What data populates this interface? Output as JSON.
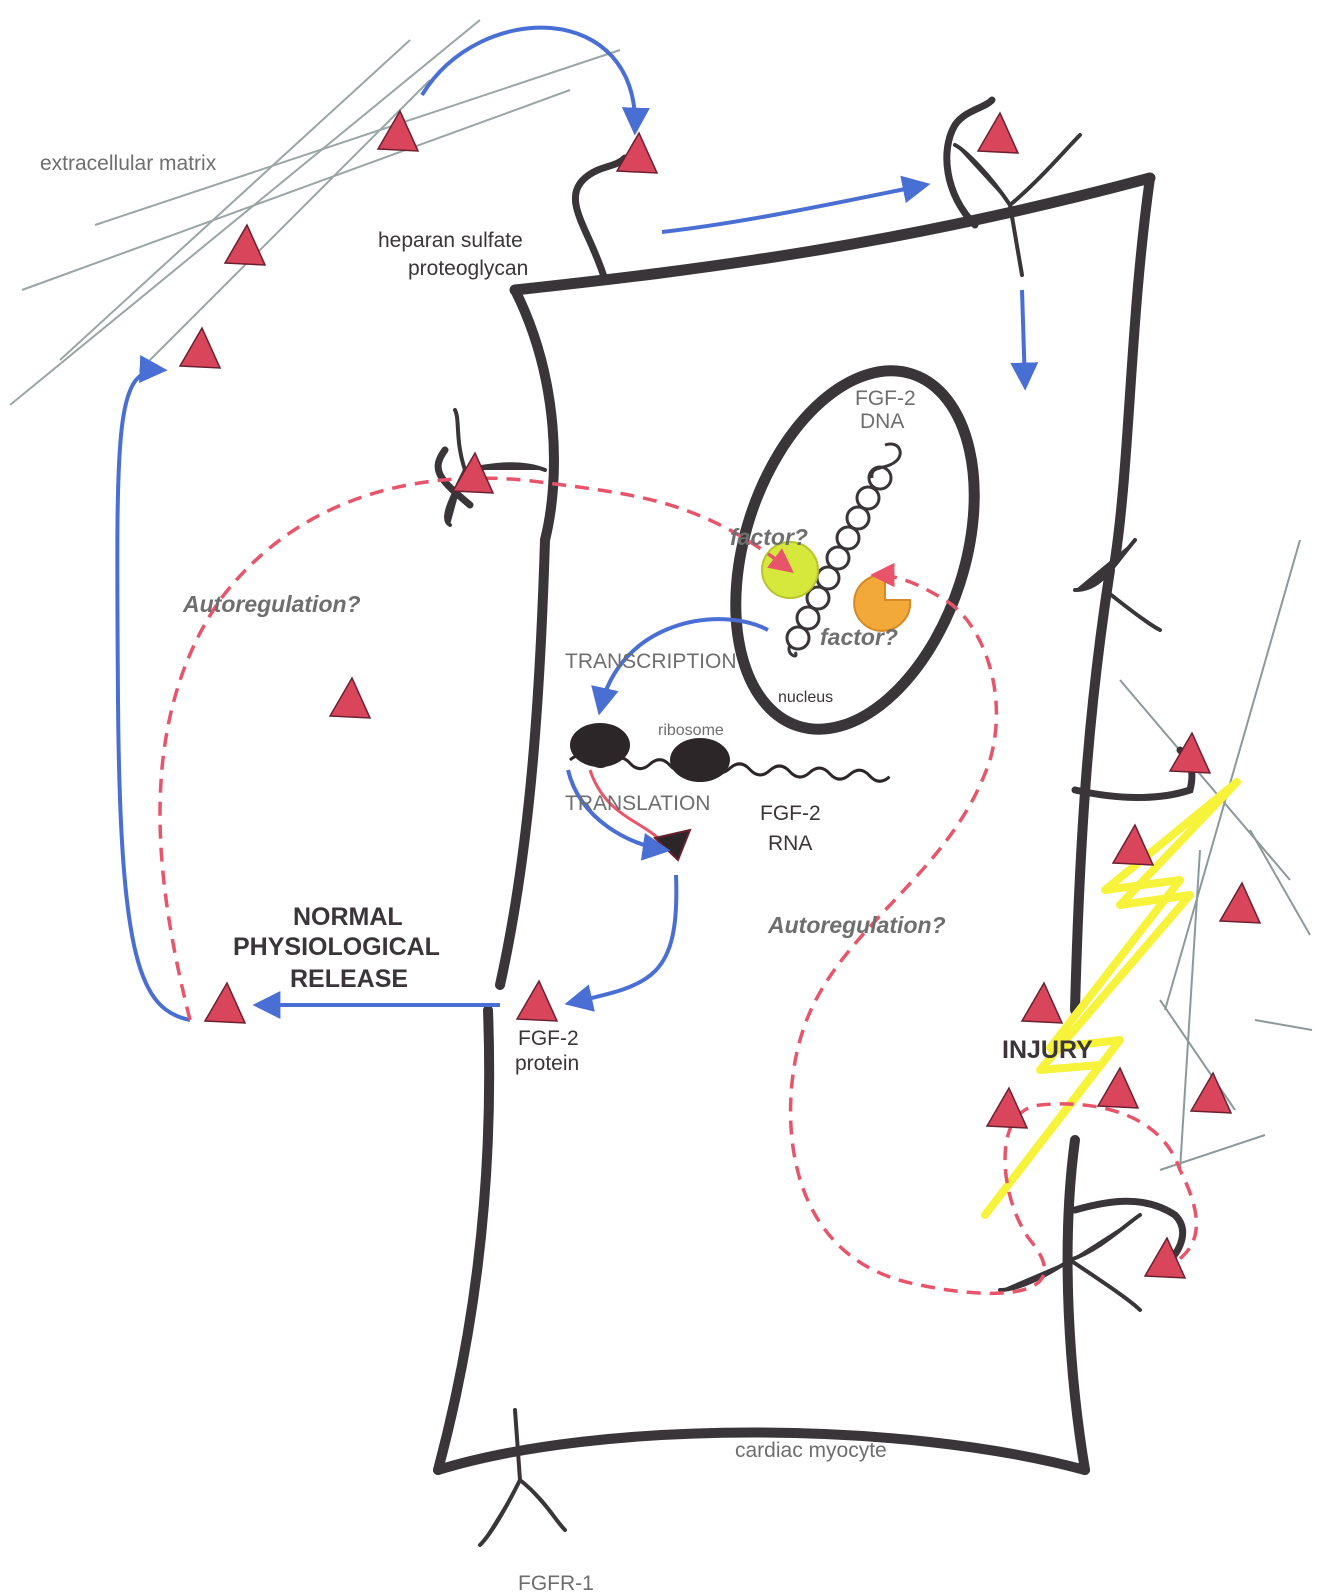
{
  "labels": {
    "extracellular_matrix": "extracellular matrix",
    "hspg_line1": "heparan sulfate",
    "hspg_line2": "proteoglycan",
    "fgf2_dna_line1": "FGF-2",
    "fgf2_dna_line2": "DNA",
    "factor_top": "factor?",
    "factor_bottom": "factor?",
    "transcription": "TRANSCRIPTION",
    "nucleus": "nucleus",
    "ribosome": "ribosome",
    "translation": "TRANSLATION",
    "fgf2_rna_line1": "FGF-2",
    "fgf2_rna_line2": "RNA",
    "autoregulation_left": "Autoregulation?",
    "autoregulation_right": "Autoregulation?",
    "normal_line1": "NORMAL",
    "normal_line2": "PHYSIOLOGICAL",
    "normal_line3": "RELEASE",
    "fgf2_protein_line1": "FGF-2",
    "fgf2_protein_line2": "protein",
    "injury": "INJURY",
    "cardiac_myocyte": "cardiac myocyte",
    "fgfr1": "FGFR-1"
  },
  "colors": {
    "membrane": "#3a3538",
    "arrow_blue": "#4a6fd4",
    "dashed_red": "#e8546a",
    "protein_triangle": "#d9455a",
    "matrix_fibers": "#9aa6a6",
    "injury_bolt": "#f7f23a",
    "factor_green": "#d6e83c",
    "factor_orange": "#f2a93a"
  },
  "icons": {
    "fgf2_protein": "red-triangle",
    "fgfr1_receptor": "three-blade-receptor",
    "injury": "lightning-bolt"
  }
}
